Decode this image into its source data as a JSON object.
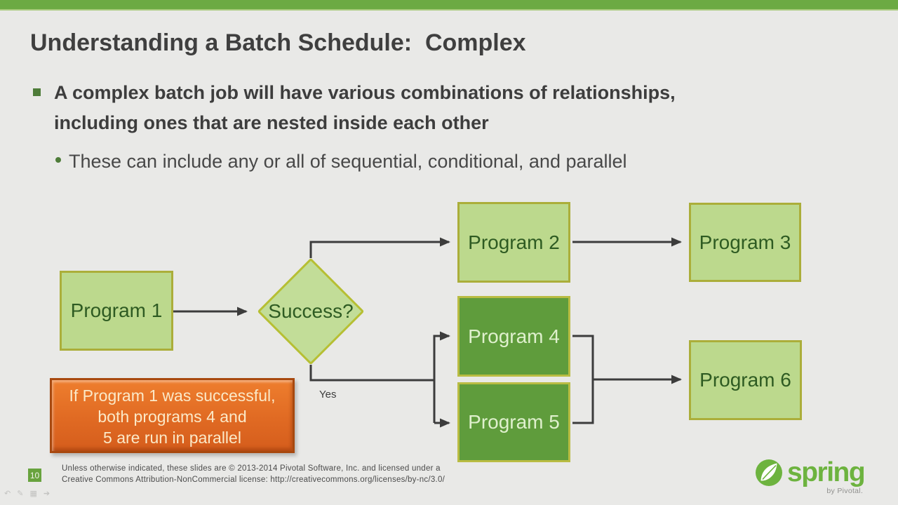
{
  "slide": {
    "title": "Understanding a Batch Schedule:  Complex",
    "bullet": {
      "line1": "A complex batch job will have various combinations of relationships,",
      "line2": "including ones that are nested inside each other",
      "sub": "These can include any or all of sequential, conditional, and parallel"
    }
  },
  "diagram": {
    "program1": "Program 1",
    "program2": "Program 2",
    "program3": "Program 3",
    "program4": "Program 4",
    "program5": "Program 5",
    "program6": "Program 6",
    "decision": "Success?",
    "yes_label": "Yes",
    "callout": {
      "line1": "If Program 1 was successful,",
      "line2": "both programs 4 and",
      "line3": "5 are run in parallel"
    }
  },
  "footer": {
    "page_number": "10",
    "license_line1": "Unless otherwise indicated, these slides are © 2013-2014 Pivotal Software, Inc. and licensed under a",
    "license_line2": "Creative Commons Attribution-NonCommercial license: http://creativecommons.org/licenses/by-nc/3.0/"
  },
  "controls": {
    "back": "↶",
    "pen": "✎",
    "grid": "▦",
    "forward": "➔"
  },
  "logo": {
    "brand": "spring",
    "byline": "by Pivotal."
  },
  "colors": {
    "top_bar": "#6caa43",
    "background": "#e9e9e7",
    "light_node_fill": "#bcd98d",
    "node_border": "#abae3a",
    "dark_node_fill": "#5f9c3c",
    "dark_node_border": "#b9bc43",
    "light_node_text": "#2e5b22",
    "dark_node_text": "#dff0cd",
    "callout_fill": "#e06a23",
    "callout_border": "#a8490f",
    "callout_text": "#fbe9c8",
    "arrow": "#3c3c3c",
    "spring_green": "#6db33f",
    "page_badge": "#68a33e"
  }
}
